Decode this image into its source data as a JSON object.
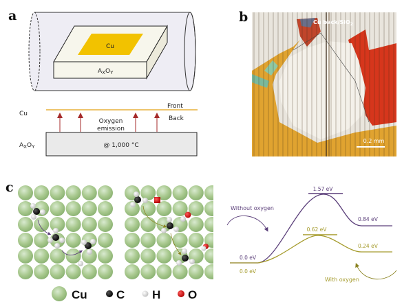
{
  "panels": {
    "a": {
      "label": "a",
      "tube_diagram": {
        "foil_label": "Cu",
        "substrate_label_main": "A",
        "substrate_sub_x": "X",
        "substrate_mid": "O",
        "substrate_sub_y": "Y"
      },
      "cross_section": {
        "cu_label": "Cu",
        "front_label": "Front",
        "back_label": "Back",
        "emission_line1": "Oxygen",
        "emission_line2": "emission",
        "substrate_label_main": "A",
        "substrate_sub_x": "X",
        "substrate_mid": "O",
        "substrate_sub_y": "Y",
        "temperature": "@ 1,000 °C"
      }
    },
    "b": {
      "label": "b",
      "image_caption_main": "Cu back/SiO",
      "image_caption_sub": "2",
      "scale_bar": "0.2 mm"
    },
    "c": {
      "label": "c",
      "legend": [
        {
          "symbol": "cu-atom",
          "label": "Cu"
        },
        {
          "symbol": "c-atom",
          "label": "C"
        },
        {
          "symbol": "h-atom",
          "label": "H"
        },
        {
          "symbol": "o-atom",
          "label": "O"
        }
      ],
      "energy_profile": {
        "without_oxygen": {
          "label": "Without oxygen",
          "start": "0.0 eV",
          "barrier": "1.57 eV",
          "end": "0.84 eV",
          "values_eV": [
            0.0,
            1.57,
            0.84
          ]
        },
        "with_oxygen": {
          "label": "With oxygen",
          "start": "0.0 eV",
          "barrier": "0.62 eV",
          "end": "0.24 eV",
          "values_eV": [
            0.0,
            0.62,
            0.24
          ]
        }
      }
    }
  },
  "colors": {
    "copper_foil": "#f2c200",
    "substrate_fill": "#f7f6ec",
    "tube_fill": "#eeedf4",
    "cross_substrate": "#eaeaea",
    "cu_line": "#e7b13a",
    "arrow_red": "#a52a2a",
    "without_oxygen": "#5b3f7a",
    "with_oxygen": "#a59b2c",
    "cu_sphere": "#a9c98f",
    "oxygen_atom": "#d11414"
  }
}
